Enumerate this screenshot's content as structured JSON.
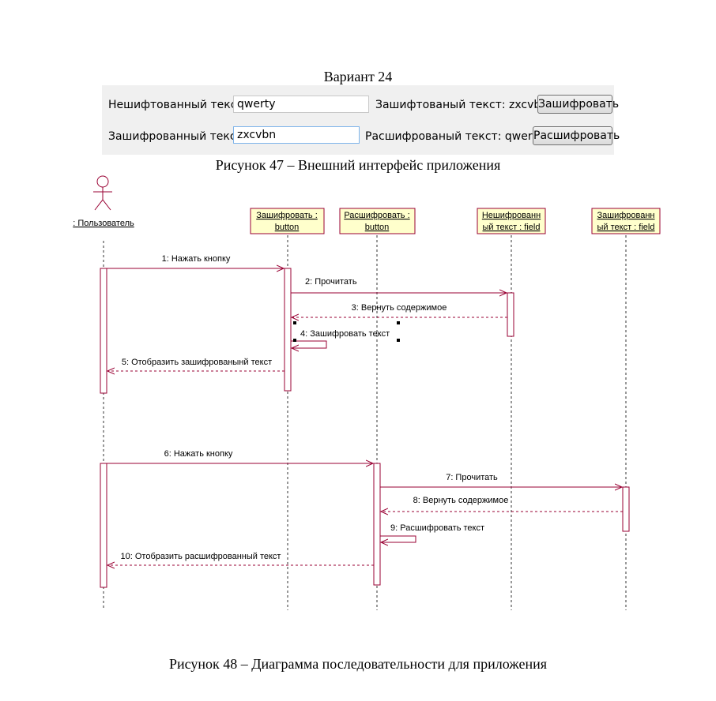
{
  "variant_title": "Вариант 24",
  "app": {
    "plain_label": "Нешифтованный текст:",
    "plain_value": "qwerty",
    "encrypted_result_label": "Зашифтованый текст: zxcvbn",
    "encrypt_button": "Зашифровать",
    "cipher_label": "Зашифрованный текст:",
    "cipher_value": "zxcvbn",
    "decrypted_result_label": "Расшифрованый текст: qwerty",
    "decrypt_button": "Расшифровать"
  },
  "figure47_caption": "Рисунок 47 – Внешний интерфейс приложения",
  "figure48_caption": "Рисунок 48 – Диаграмма последовательности для приложения",
  "diagram": {
    "actor": ": Пользователь",
    "objects": [
      {
        "line1": "Зашифровать :",
        "line2": "button"
      },
      {
        "line1": "Расшифровать :",
        "line2": "button"
      },
      {
        "line1": "Нешифрованн",
        "line2": "ый текст : field"
      },
      {
        "line1": "Зашифрованн",
        "line2": "ый текст : field"
      }
    ],
    "messages": [
      "1: Нажать кнопку",
      "2: Прочитать",
      "3: Вернуть содержимое",
      "4: Зашифровать текст",
      "5: Отобразить зашифрованынй текст",
      "6: Нажать кнопку",
      "7: Прочитать",
      "8: Вернуть содержимое",
      "9: Расшифровать текст",
      "10: Отобразить расшифрованный текст"
    ],
    "colors": {
      "line": "#990033",
      "object_fill": "#ffffcc",
      "object_border": "#990033",
      "lifeline": "#333333"
    }
  }
}
